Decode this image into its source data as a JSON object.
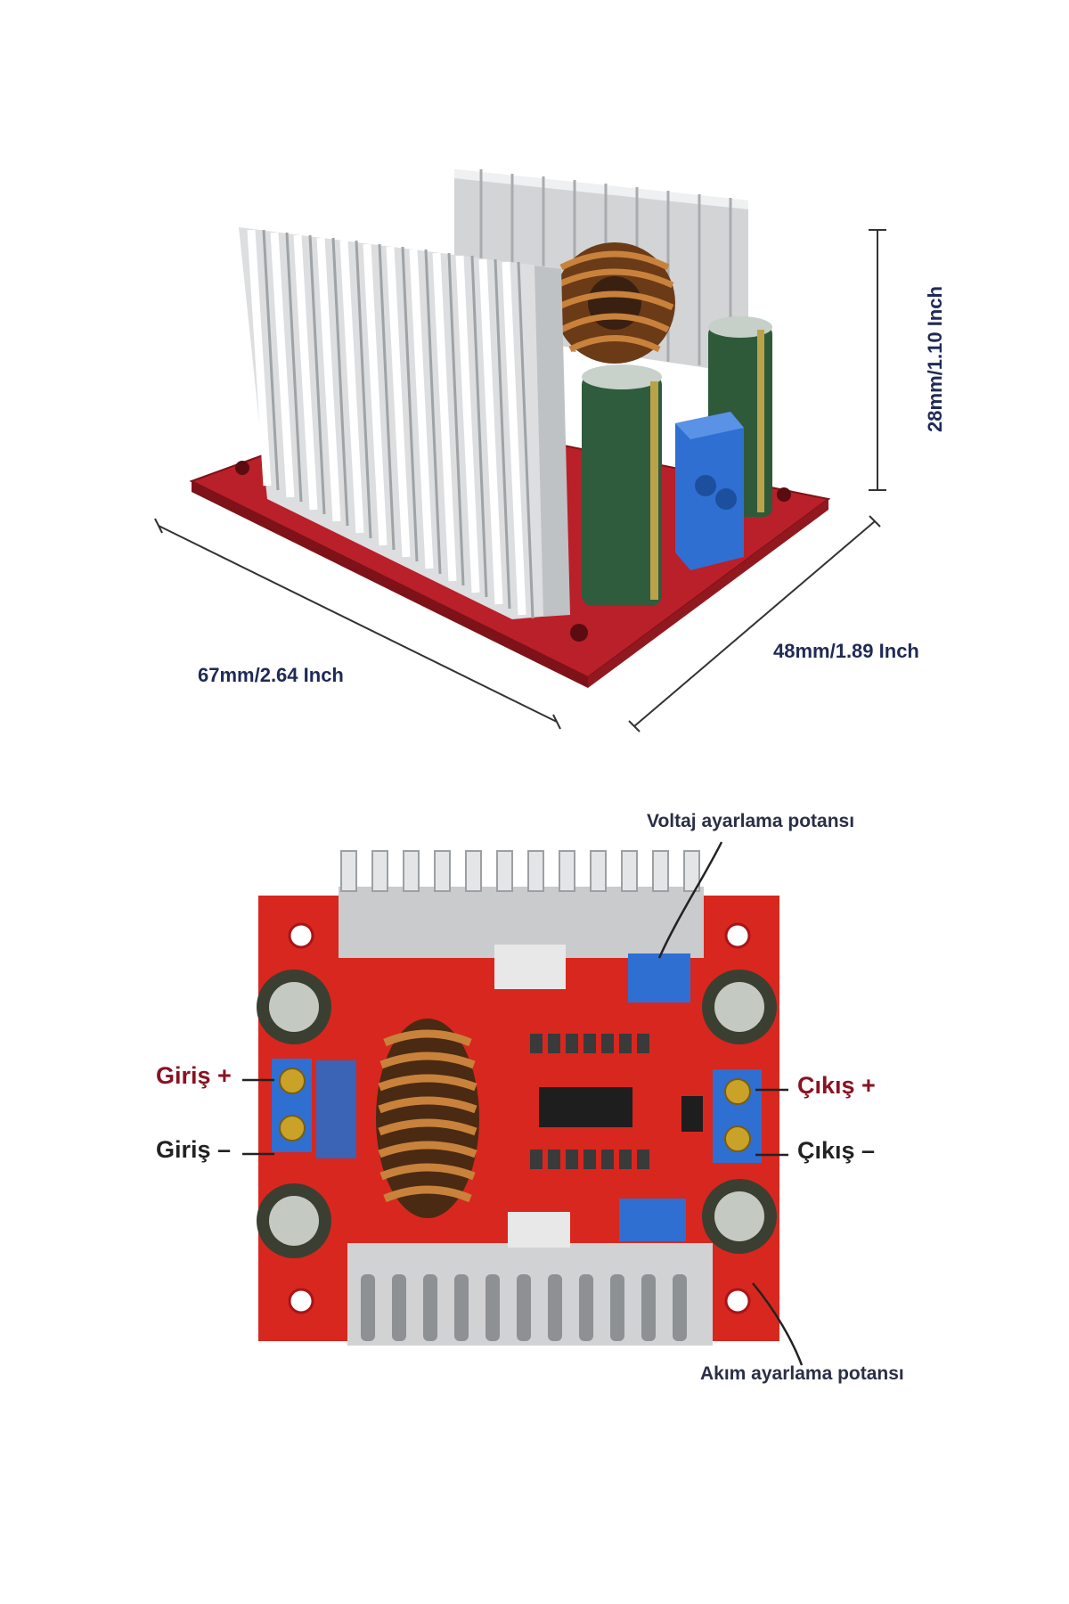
{
  "dimensions": {
    "length": "67mm/2.64 Inch",
    "width": "48mm/1.89 Inch",
    "height": "28mm/1.10 Inch"
  },
  "annotations": {
    "voltage_pot": "Voltaj ayarlama potansı",
    "current_pot": "Akım ayarlama potansı",
    "input_plus": "Giriş +",
    "input_minus": "Giriş –",
    "output_plus": "Çıkış +",
    "output_minus": "Çıkış –"
  },
  "colors": {
    "dimension_text": "#1f2a55",
    "input_plus_text": "#8a1222",
    "output_plus_text": "#8a1222",
    "minus_text": "#222222",
    "pcb_red": "#d8271e",
    "heatsink": "#d9dadb",
    "terminal_blue": "#2f6fd1",
    "capacitor_green": "#2e5a3a"
  }
}
